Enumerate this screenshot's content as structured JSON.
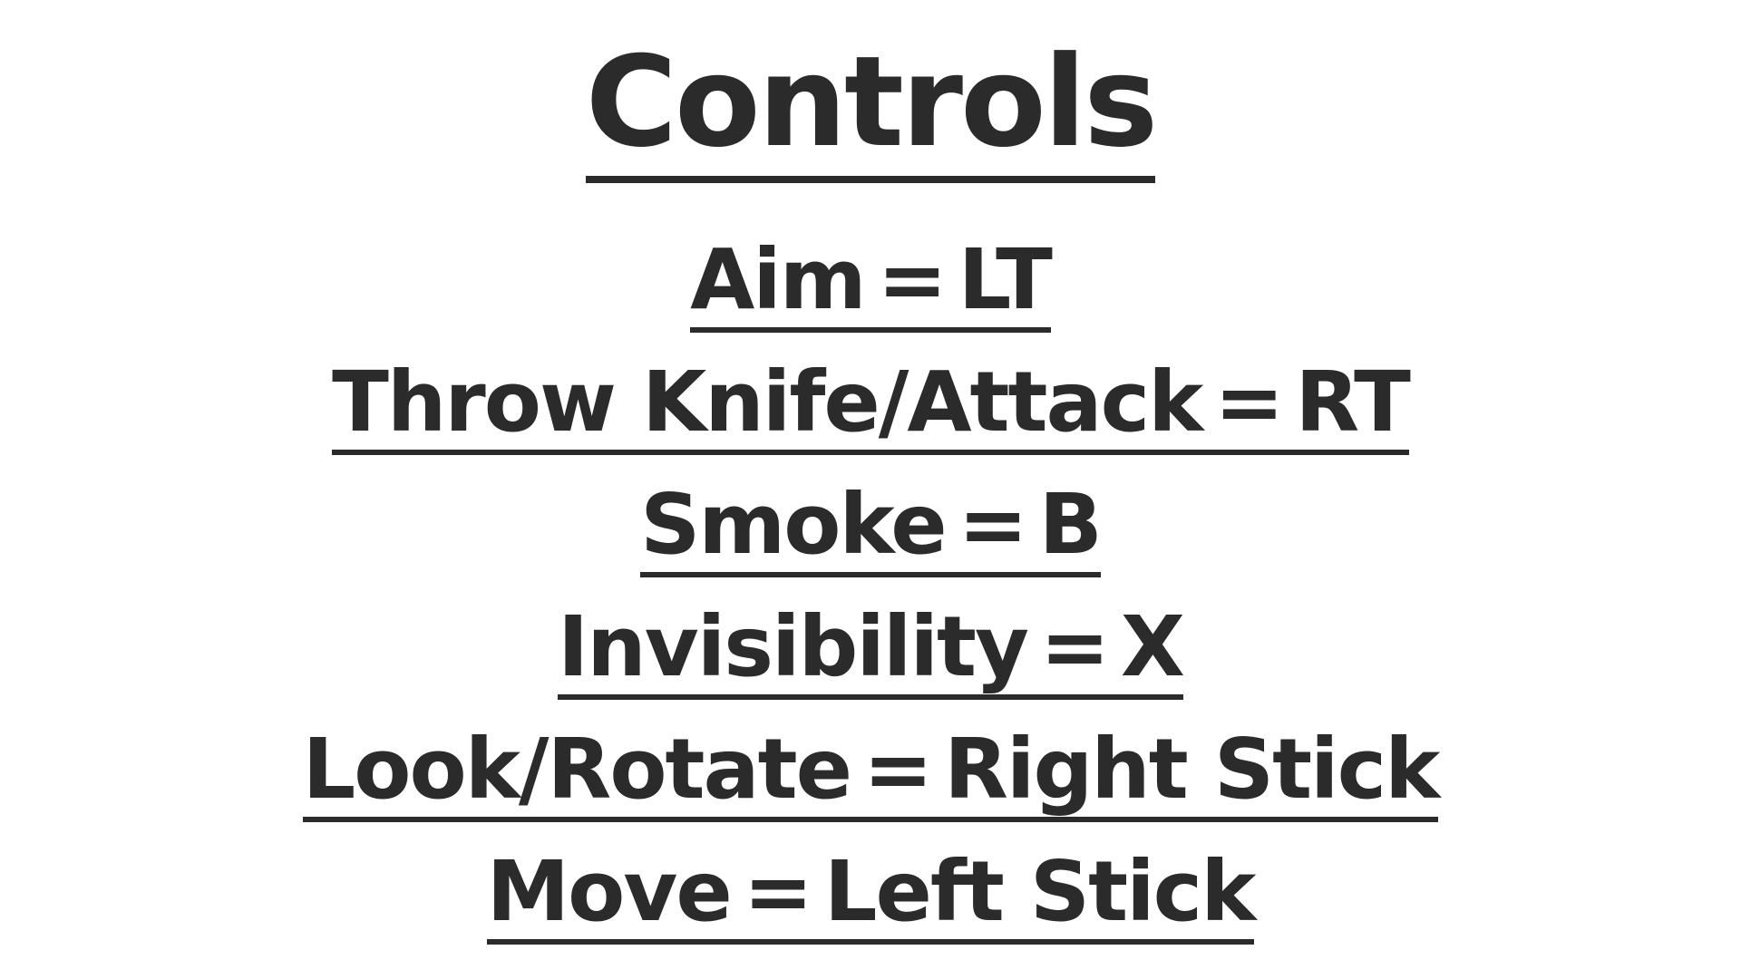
{
  "title": "Controls",
  "colors": {
    "text": "#2b2b2b",
    "background": "#ffffff"
  },
  "controls": [
    {
      "action": "Aim",
      "separator": "=",
      "button": "LT"
    },
    {
      "action": "Throw Knife/Attack",
      "separator": "=",
      "button": "RT"
    },
    {
      "action": "Smoke",
      "separator": "=",
      "button": "B"
    },
    {
      "action": "Invisibility",
      "separator": "=",
      "button": "X"
    },
    {
      "action": "Look/Rotate",
      "separator": "=",
      "button": "Right Stick"
    },
    {
      "action": "Move",
      "separator": "=",
      "button": "Left Stick"
    }
  ]
}
